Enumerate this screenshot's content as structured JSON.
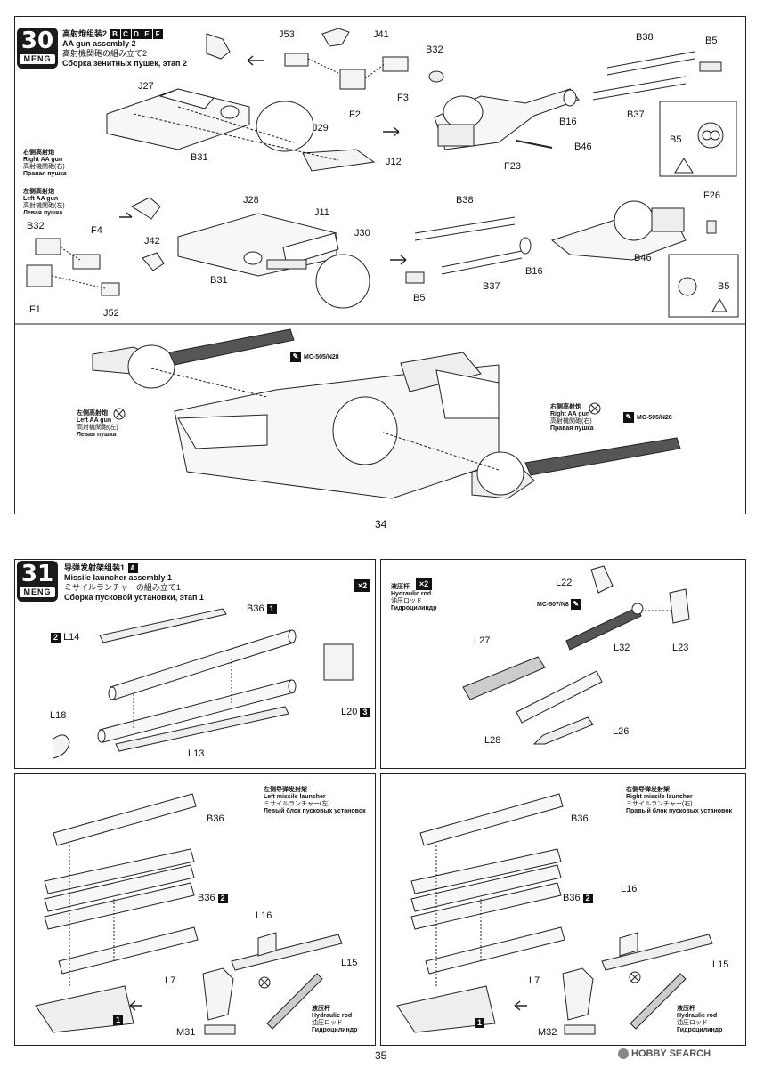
{
  "page_top": {
    "step": {
      "number": "30",
      "brand": "MENG"
    },
    "title": {
      "zh": "高射炮组装2",
      "letters": [
        "B",
        "C",
        "D",
        "E",
        "F"
      ],
      "en": "AA gun assembly 2",
      "ja": "高射機関砲の組み立て2",
      "ru": "Сборка зенитных пушек, этап 2"
    },
    "labels": {
      "j53": "J53",
      "j41": "J41",
      "b32_top": "B32",
      "b38_top": "B38",
      "b5_top": "B5",
      "j27": "J27",
      "f2": "F2",
      "f3": "F3",
      "b37_top": "B37",
      "b16_top": "B16",
      "b46_top": "B46",
      "j29": "J29",
      "f23": "F23",
      "b31_top": "B31",
      "j12": "J12",
      "b5_inset_top": "B5",
      "j28": "J28",
      "b38_mid": "B38",
      "f26": "F26",
      "j11": "J11",
      "j30": "J30",
      "b32_mid": "B32",
      "f4": "F4",
      "j42": "J42",
      "b46_mid": "B46",
      "b31_mid": "B31",
      "b16_mid": "B16",
      "b37_mid": "B37",
      "f1": "F1",
      "j52": "J52",
      "b5_mid": "B5",
      "b5_inset_mid": "B5"
    },
    "captions": {
      "right_gun": {
        "zh": "右侧高射炮",
        "en": "Right AA gun",
        "ja": "高射機関砲(右)",
        "ru": "Правая пушка"
      },
      "left_gun": {
        "zh": "左侧高射炮",
        "en": "Left AA gun",
        "ja": "高射機関砲(左)",
        "ru": "Левая пушка"
      },
      "left_gun_final": {
        "zh": "左侧高射炮",
        "en": "Left AA gun",
        "ja": "高射機関砲(左)",
        "ru": "Левая пушка"
      },
      "right_gun_final": {
        "zh": "右侧高射炮",
        "en": "Right AA gun",
        "ja": "高射機関砲(右)",
        "ru": "Правая пушка"
      }
    },
    "paint_left": "MC-505/N28",
    "paint_right": "MC-505/N28",
    "page_number": "34"
  },
  "page_bottom": {
    "step": {
      "number": "31",
      "brand": "MENG"
    },
    "title": {
      "zh": "导弹发射架组装1",
      "letters": [
        "A"
      ],
      "en": "Missile launcher assembly 1",
      "ja": "ミサイルランチャーの組み立て1",
      "ru": "Сборка пусковой установки, этап 1"
    },
    "x2_left": "×2",
    "x2_right": "×2",
    "hydraulic": {
      "zh": "液压杆",
      "en": "Hydraulic rod",
      "ja": "油圧ロッド",
      "ru": "Гидроцилиндр"
    },
    "paint": "MC-507/N8",
    "labels": {
      "b36_a": "B36",
      "b36_a_num": "1",
      "l14": "L14",
      "l14_num": "2",
      "l20": "L20",
      "l20_num": "3",
      "l18": "L18",
      "l13": "L13",
      "l22": "L22",
      "l27": "L27",
      "l32": "L32",
      "l23": "L23",
      "l28": "L28",
      "l26": "L26",
      "b36_l1": "B36",
      "b36_l2": "B36",
      "b36_l2_num": "2",
      "l16_l": "L16",
      "l15_l": "L15",
      "l7_l": "L7",
      "m31": "M31",
      "step1_l": "1",
      "b36_r1": "B36",
      "b36_r2": "B36",
      "b36_r2_num": "2",
      "l16_r": "L16",
      "l15_r": "L15",
      "l7_r": "L7",
      "m32": "M32",
      "step1_r": "1"
    },
    "left_launcher": {
      "zh": "左侧导弹发射架",
      "en": "Left missile launcher",
      "ja": "ミサイルランチャー(左)",
      "ru": "Левый блок пусковых установок"
    },
    "right_launcher": {
      "zh": "右侧导弹发射架",
      "en": "Right missile launcher",
      "ja": "ミサイルランチャー(右)",
      "ru": "Правый блок пусковых установок"
    },
    "hyd_left": {
      "zh": "液压杆",
      "en": "Hydraulic rod",
      "ja": "油圧ロッド",
      "ru": "Гидроцилиндр"
    },
    "hyd_right": {
      "zh": "液压杆",
      "en": "Hydraulic rod",
      "ja": "油圧ロッド",
      "ru": "Гидроцилиндр"
    },
    "page_number": "35"
  },
  "watermark": "HOBBY SEARCH"
}
